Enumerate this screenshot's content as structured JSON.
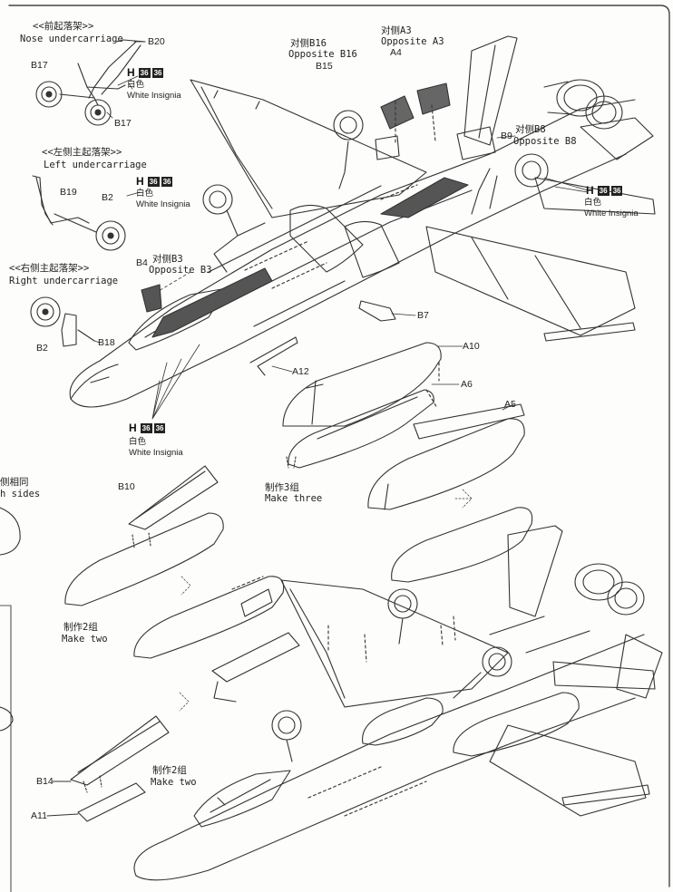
{
  "nose_undercarriage": {
    "zh": "<<前起落架>>",
    "en": "Nose undercarriage"
  },
  "left_undercarriage": {
    "zh": "<<左侧主起落架>>",
    "en": "Left undercarriage"
  },
  "right_undercarriage": {
    "zh": "<<右侧主起落架>>",
    "en": "Right undercarriage"
  },
  "paint": {
    "code": "H",
    "box1": "36",
    "box2": "36",
    "zh": "白色",
    "en": "White Insignia"
  },
  "parts": {
    "B20": "B20",
    "B17a": "B17",
    "B17b": "B17",
    "B19": "B19",
    "B2a": "B2",
    "B2b": "B2",
    "B18": "B18",
    "B4": "B4",
    "B15": "B15",
    "A4": "A4",
    "B9": "B9",
    "B7": "B7",
    "A10": "A10",
    "A12": "A12",
    "A6": "A6",
    "A5": "A5",
    "B10": "B10",
    "B14": "B14",
    "A11": "A11"
  },
  "opposite": {
    "B3_zh": "对侧B3",
    "B3_en": "Opposite B3",
    "B16_zh": "对侧B16",
    "B16_en": "Opposite B16",
    "A3_zh": "对侧A3",
    "A3_en": "Opposite A3",
    "B8_zh": "对侧B8",
    "B8_en": "Opposite B8"
  },
  "make": {
    "three_zh": "制作3组",
    "three_en": "Make three",
    "two_zh": "制作2组",
    "two_en": "Make two"
  },
  "left_edge": {
    "zh": "侧相同",
    "en": "h sides"
  }
}
